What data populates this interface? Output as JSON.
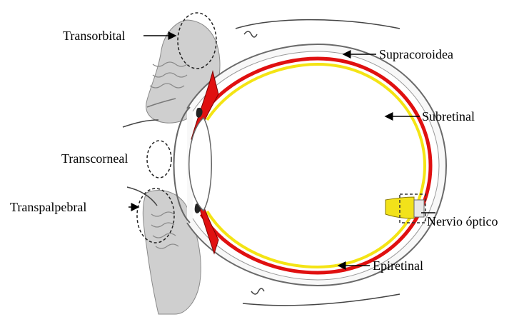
{
  "labels": {
    "transorbital": "Transorbital",
    "transcorneal": "Transcorneal",
    "transpalpebral": "Transpalpebral",
    "supracoroidea": "Supracoroidea",
    "subretinal": "Subretinal",
    "nervio_optico": "Nervio óptico",
    "epiretinal": "Epiretinal"
  },
  "colors": {
    "sclera_fill": "#e8e8e8",
    "lid_fill": "#c8c8c8",
    "choroid_red": "#e01010",
    "retina_yellow": "#f4e414",
    "nerve_yellow": "#f2e21a",
    "outline": "#555555"
  }
}
